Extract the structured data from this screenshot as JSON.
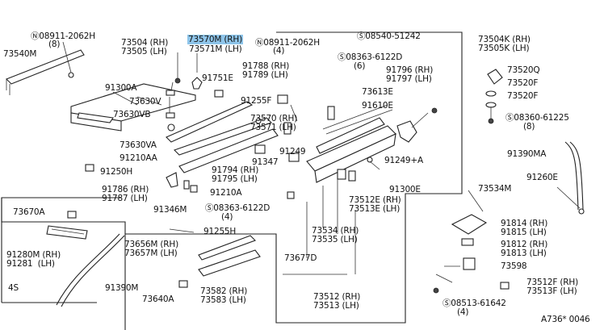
{
  "labels": {
    "t_n08911_left": "Ⓝ08911-2062H",
    "t_n08911_left_qty": "(8)",
    "t_73540m": "73540M",
    "t_73504_rh": "73504 (RH)",
    "t_73505_lh": "73505 (LH)",
    "t_73570m_rh": "73570M (RH)",
    "t_73571m_lh": "73571M (LH)",
    "t_n08911_right": "Ⓝ08911-2062H",
    "t_n08911_right_qty": "(4)",
    "t_s08540": "Ⓢ08540-51242",
    "t_73504k_rh": "73504K (RH)",
    "t_73505k_lh": "73505K (LH)",
    "t_s08363_top": "Ⓢ08363-6122D",
    "t_s08363_top_qty": "(6)",
    "t_91788_rh": "91788 (RH)",
    "t_91789_lh": "91789 (LH)",
    "t_91796_rh": "91796 (RH)",
    "t_91797_lh": "91797 (LH)",
    "t_73520q": "73520Q",
    "t_73520f_a": "73520F",
    "t_73520f_b": "73520F",
    "t_91300a": "91300A",
    "t_91751e": "91751E",
    "t_73630v": "73630V",
    "t_73630vb": "73630VB",
    "t_91255f": "91255F",
    "t_73613e": "73613E",
    "t_91610e": "91610E",
    "t_s08360": "Ⓢ08360-61225",
    "t_s08360_qty": "(8)",
    "t_73570_rh": "73570 (RH)",
    "t_73571_lh": "73571 (LH)",
    "t_73630va": "73630VA",
    "t_91210aa": "91210AA",
    "t_91249": "91249",
    "t_91249a": "91249+A",
    "t_91390ma": "91390MA",
    "t_91347": "91347",
    "t_91250h": "91250H",
    "t_91794_rh": "91794 (RH)",
    "t_91795_lh": "91795 (LH)",
    "t_91300e": "91300E",
    "t_91260e": "91260E",
    "t_91786_rh": "91786 (RH)",
    "t_91787_lh": "91787 (LH)",
    "t_91210a": "91210A",
    "t_73512e_rh": "73512E (RH)",
    "t_73513e_lh": "73513E (LH)",
    "t_73534m": "73534M",
    "t_91346m": "91346M",
    "t_s08363_bot": "Ⓢ08363-6122D",
    "t_s08363_bot_qty": "(4)",
    "t_73670a": "73670A",
    "t_91255h": "91255H",
    "t_73534_rh": "73534 (RH)",
    "t_73535_lh": "73535 (LH)",
    "t_91814_rh": "91814 (RH)",
    "t_91815_lh": "91815 (LH)",
    "t_91280m_rh": "91280M (RH)",
    "t_91281_lh": "91281  (LH)",
    "t_73656m_rh": "73656M (RH)",
    "t_73657m_lh": "73657M (LH)",
    "t_91812_rh": "91812 (RH)",
    "t_91813_lh": "91813 (LH)",
    "t_73677d": "73677D",
    "t_73598": "73598",
    "t_4s": "4S",
    "t_91390m": "91390M",
    "t_73582_rh": "73582 (RH)",
    "t_73583_lh": "73583 (LH)",
    "t_73512f_rh": "73512F (RH)",
    "t_73513f_lh": "73513F (LH)",
    "t_73640a": "73640A",
    "t_73512_rh": "73512 (RH)",
    "t_73513_lh": "73513 (LH)",
    "t_s08513": "Ⓢ08513-61642",
    "t_s08513_qty": "(4)",
    "t_code": "A736* 0046"
  }
}
